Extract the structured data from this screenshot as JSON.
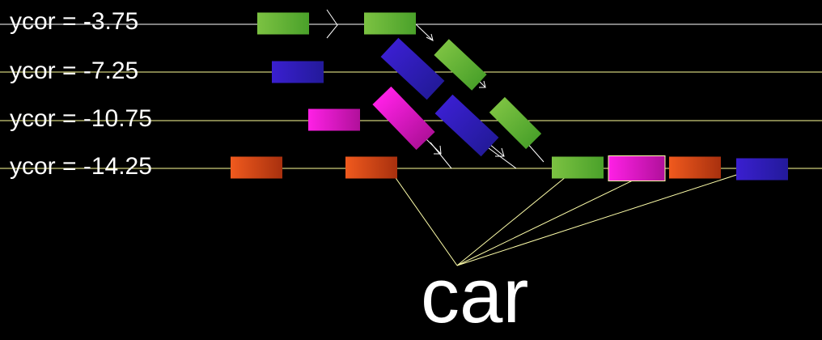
{
  "lanes": [
    {
      "label": "ycor = -3.75"
    },
    {
      "label": "ycor = -7.25"
    },
    {
      "label": "ycor = -10.75"
    },
    {
      "label": "ycor = -14.25"
    }
  ],
  "caption": "car",
  "colors": {
    "background": "#000000",
    "lane_line_top": "#ffffff",
    "lane_line_other": "#ffff99",
    "pointer_line": "#ffffaa",
    "arrow": "#ffffff",
    "car_green": [
      "#7cc242",
      "#4aa12a"
    ],
    "car_blue": [
      "#3a1fd0",
      "#231a9a"
    ],
    "car_magenta": [
      "#ff20e6",
      "#b0109a"
    ],
    "car_orange": [
      "#f05a1e",
      "#a8300e"
    ],
    "highlight_border": "#ffffaa"
  },
  "cars": [
    {
      "color": "car_green",
      "lane": "ycor = -3.75"
    },
    {
      "color": "car_green",
      "lane": "ycor = -3.75"
    },
    {
      "color": "car_blue",
      "lane": "ycor = -7.25"
    },
    {
      "color": "car_magenta",
      "lane": "ycor = -10.75"
    },
    {
      "color": "car_orange",
      "lane": "ycor = -14.25"
    },
    {
      "color": "car_orange",
      "lane": "ycor = -14.25"
    },
    {
      "color": "car_blue",
      "lane": "changing"
    },
    {
      "color": "car_green",
      "lane": "changing"
    },
    {
      "color": "car_magenta",
      "lane": "changing"
    },
    {
      "color": "car_blue",
      "lane": "changing"
    },
    {
      "color": "car_green",
      "lane": "changing"
    },
    {
      "color": "car_green",
      "lane": "ycor = -14.25"
    },
    {
      "color": "car_magenta",
      "lane": "ycor = -14.25",
      "highlighted": true
    },
    {
      "color": "car_orange",
      "lane": "ycor = -14.25"
    },
    {
      "color": "car_blue",
      "lane": "ycor = -14.25"
    }
  ]
}
